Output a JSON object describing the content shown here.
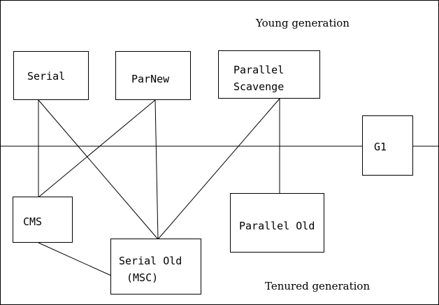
{
  "regions": {
    "young": "Young generation",
    "tenured": "Tenured generation"
  },
  "collectors": {
    "serial": "Serial",
    "parnew": "ParNew",
    "parallel_scavenge": [
      "Parallel",
      "Scavenge"
    ],
    "g1": "G1",
    "cms": "CMS",
    "serial_old": [
      "Serial Old",
      "(MSC)"
    ],
    "parallel_old": "Parallel Old"
  },
  "connections": [
    [
      "serial",
      "cms"
    ],
    [
      "serial",
      "serial_old"
    ],
    [
      "parnew",
      "cms"
    ],
    [
      "parnew",
      "serial_old"
    ],
    [
      "parallel_scavenge",
      "serial_old"
    ],
    [
      "parallel_scavenge",
      "parallel_old"
    ],
    [
      "cms",
      "serial_old"
    ]
  ],
  "colors": {
    "line": "#000000",
    "background": "#ffffff"
  }
}
